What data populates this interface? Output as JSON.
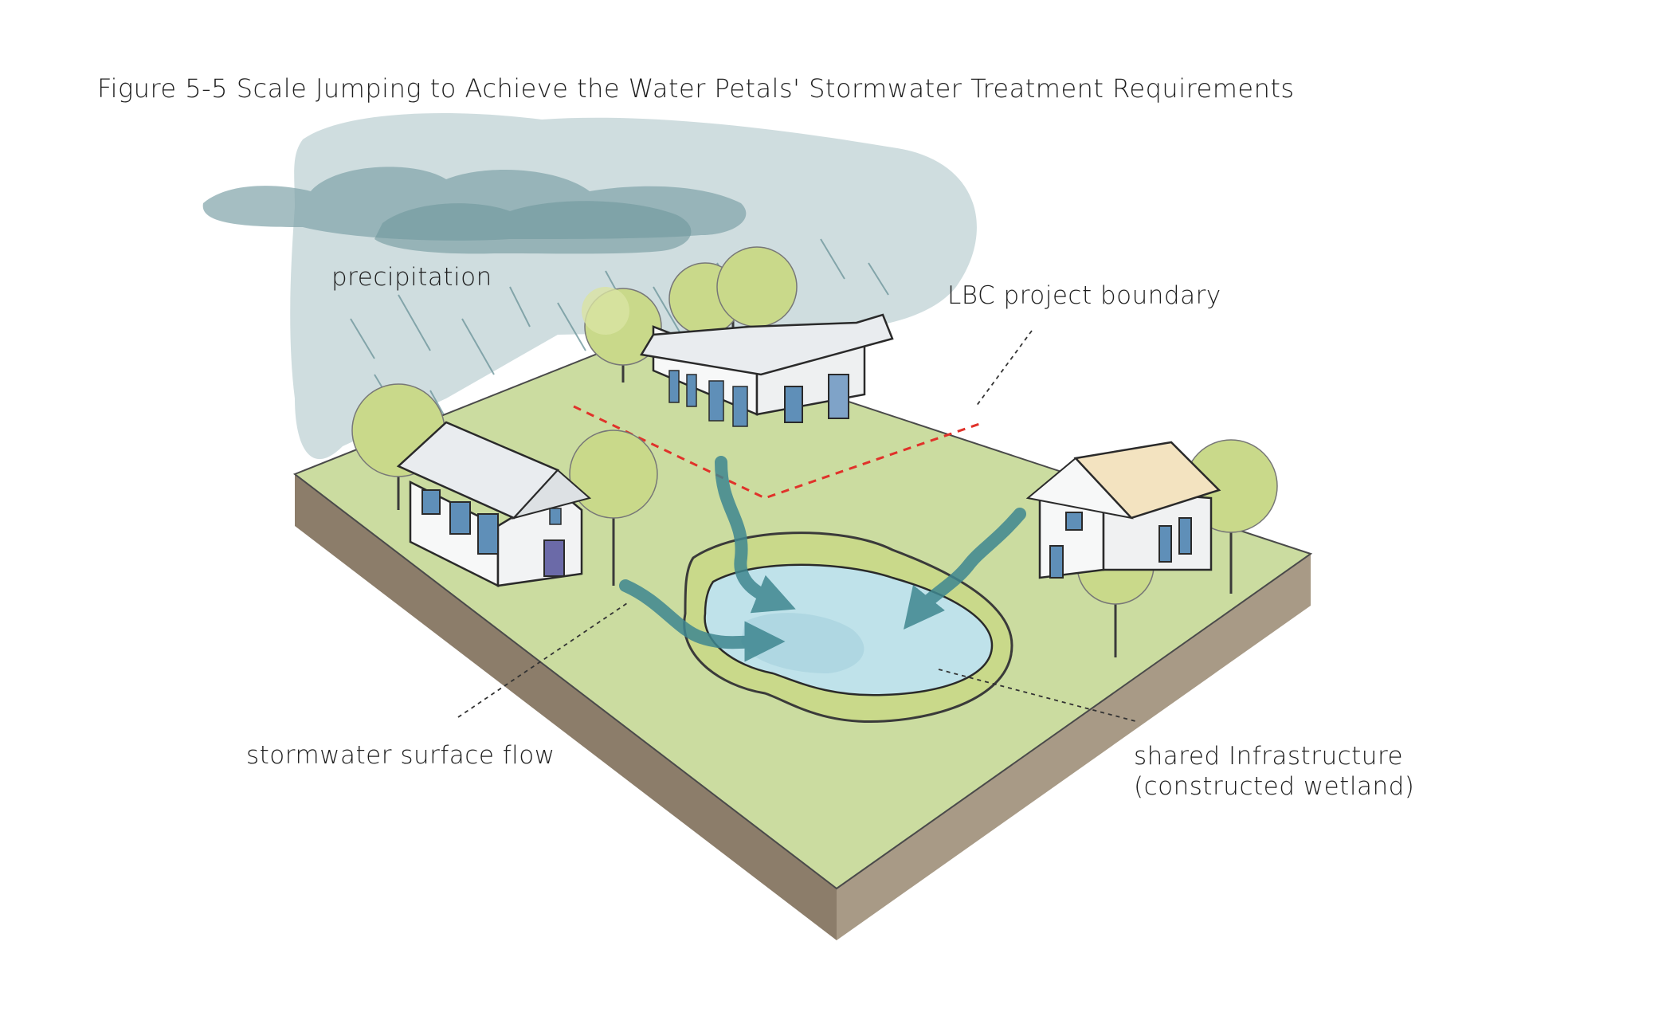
{
  "figure": {
    "title": "Figure 5-5 Scale Jumping to Achieve the Water Petals' Stormwater Treatment Requirements"
  },
  "labels": {
    "precipitation": "precipitation",
    "project_boundary": "LBC project boundary",
    "surface_flow": "stormwater surface flow",
    "shared_infrastructure_line1": "shared Infrastructure",
    "shared_infrastructure_line2": "(constructed wetland)"
  },
  "colors": {
    "ground": "#cbdca0",
    "ground_edge": "#8c7d6a",
    "cloud": "#9fbcc0",
    "cloud_dark": "#7fa3a8",
    "water": "#bfe2ea",
    "flow_arrow": "#3f8790",
    "boundary_line": "#e0322a",
    "foliage": "#c9d98a",
    "roof": "#e9ecef",
    "wall": "#f7f8f8",
    "window": "#5f8fb8"
  }
}
